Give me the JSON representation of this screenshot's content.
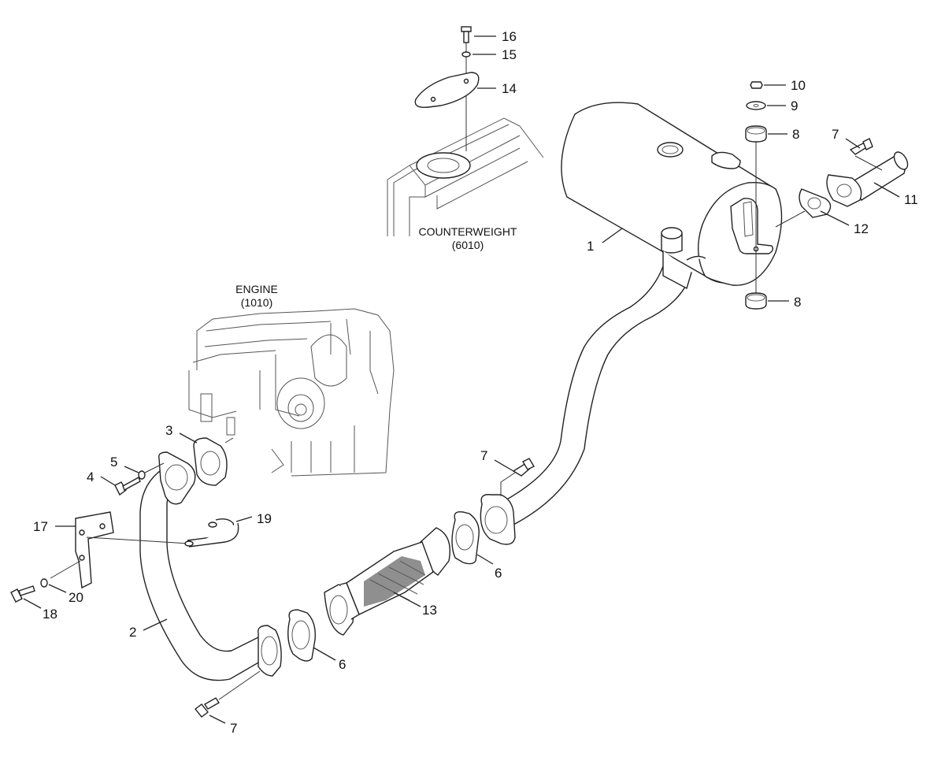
{
  "references": {
    "counterweight": {
      "name": "COUNTERWEIGHT",
      "code": "(6010)"
    },
    "engine": {
      "name": "ENGINE",
      "code": "(1010)"
    }
  },
  "callouts": [
    {
      "id": "c16",
      "label": "16"
    },
    {
      "id": "c15",
      "label": "15"
    },
    {
      "id": "c14",
      "label": "14"
    },
    {
      "id": "c10",
      "label": "10"
    },
    {
      "id": "c9",
      "label": "9"
    },
    {
      "id": "c8a",
      "label": "8"
    },
    {
      "id": "c7a",
      "label": "7"
    },
    {
      "id": "c11",
      "label": "11"
    },
    {
      "id": "c12",
      "label": "12"
    },
    {
      "id": "c1",
      "label": "1"
    },
    {
      "id": "c8b",
      "label": "8"
    },
    {
      "id": "c3",
      "label": "3"
    },
    {
      "id": "c5",
      "label": "5"
    },
    {
      "id": "c4",
      "label": "4"
    },
    {
      "id": "c7b",
      "label": "7"
    },
    {
      "id": "c19",
      "label": "19"
    },
    {
      "id": "c17",
      "label": "17"
    },
    {
      "id": "c6a",
      "label": "6"
    },
    {
      "id": "c20",
      "label": "20"
    },
    {
      "id": "c18",
      "label": "18"
    },
    {
      "id": "c13",
      "label": "13"
    },
    {
      "id": "c2",
      "label": "2"
    },
    {
      "id": "c6b",
      "label": "6"
    },
    {
      "id": "c7c",
      "label": "7"
    }
  ]
}
